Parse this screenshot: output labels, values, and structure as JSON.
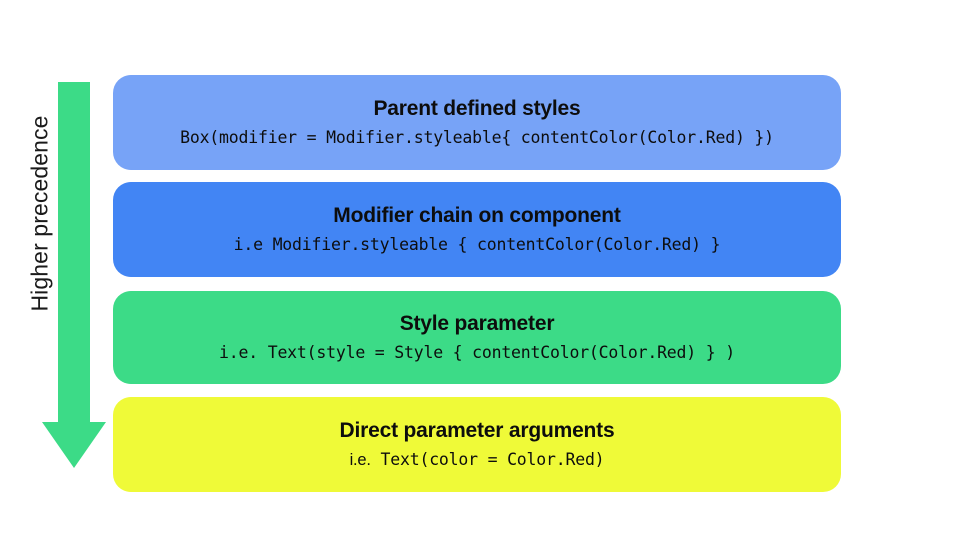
{
  "slide": {
    "background_color": "#ffffff",
    "arrow": {
      "label": "Higher precedence",
      "color": "#3CDB87",
      "direction": "down",
      "icon": "down-arrow-icon"
    },
    "levels": [
      {
        "id": "parent-defined-styles",
        "title": "Parent defined styles",
        "code_prefix": "",
        "code": "Box(modifier = Modifier.styleable{ contentColor(Color.Red) })",
        "color": "#77A3F7"
      },
      {
        "id": "modifier-chain-on-component",
        "title": "Modifier chain on component",
        "code_prefix": "",
        "code": "i.e Modifier.styleable { contentColor(Color.Red) }",
        "color": "#4285F4"
      },
      {
        "id": "style-parameter",
        "title": "Style parameter",
        "code_prefix": "",
        "code": "i.e. Text(style = Style { contentColor(Color.Red) } )",
        "color": "#3CDB87"
      },
      {
        "id": "direct-parameter-arguments",
        "title": "Direct parameter arguments",
        "code_prefix": "i.e.",
        "code": " Text(color = Color.Red)",
        "color": "#EFFA38"
      }
    ]
  }
}
